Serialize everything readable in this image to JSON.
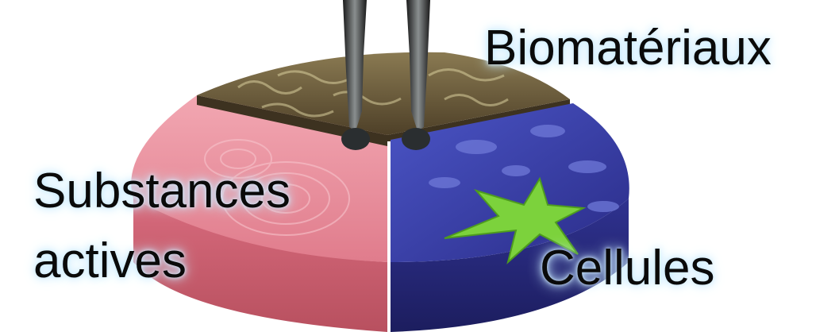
{
  "labels": {
    "biomaterials": "Biomatériaux",
    "active_substances_line1": "Substances",
    "active_substances_line2": "actives",
    "cells": "Cellules"
  },
  "colors": {
    "biomaterial_surface": "#6b5a3a",
    "active_substance_surface": "#e58a98",
    "cells_surface": "#3b3fa8",
    "cell_highlight": "#7cd23c",
    "label_glow": "#bfe6ff"
  }
}
